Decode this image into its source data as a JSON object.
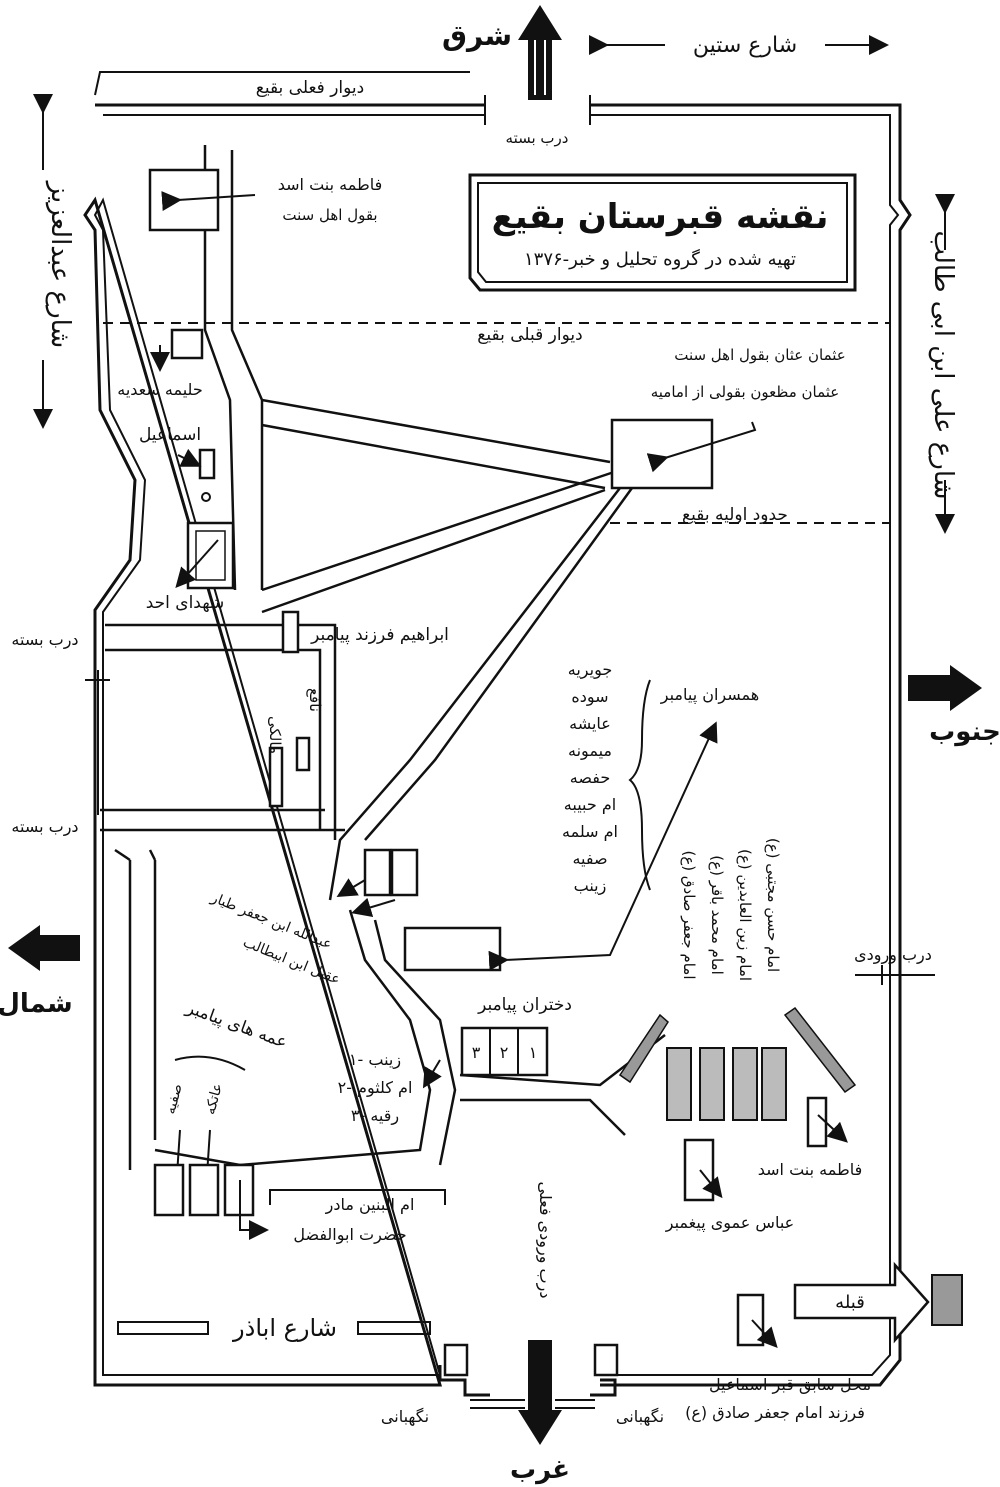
{
  "map": {
    "title": "نقشه قبرستان بقیع",
    "subtitle": "تهیه شده در گروه تحلیل و خبر-۱۳۷۶",
    "directions": {
      "east": "شرق",
      "west": "غرب",
      "north": "شمال",
      "south": "جنوب"
    },
    "streets": {
      "top": "شارع ستین",
      "bottom": "شارع اباذر",
      "left": "شارع عبدالعزیز",
      "right": "شارع علی ابن ابی طالب"
    },
    "walls": {
      "current": "دیوار فعلی بقیع",
      "previous": "دیوار قبلی بقیع",
      "original_bounds": "حدود اولیه بقیع"
    },
    "gates": {
      "closed_top": "درب بسته",
      "closed_left_1": "درب بسته",
      "closed_left_2": "درب بسته",
      "entrance_right": "درب ورودی",
      "current_entrance": "درب ورودی فعلی"
    },
    "guards": {
      "left": "نگهبانی",
      "right": "نگهبانی"
    },
    "qibla": "قبله",
    "graves": {
      "fatima_asad_top_1": "فاطمه بنت اسد",
      "fatima_asad_top_2": "بقول اهل سنت",
      "halima": "حلیمه سعدیه",
      "ismail": "اسماعیل",
      "uhud": "شهدای احد",
      "ibrahim": "ابراهیم فرزند پیامبر",
      "nafi": "نافع",
      "malik": "مالکی",
      "uthman_1": "عثمان عثان بقول اهل سنت",
      "uthman_2": "عثمان مظعون بقولی از امامیه",
      "wives_heading": "همسران پیامبر",
      "wives": [
        "جویریه",
        "سوده",
        "عایشه",
        "میمونه",
        "حفصه",
        "ام حبیبه",
        "ام سلمه",
        "صفیه",
        "زینب"
      ],
      "abdullah": "عبدالله ابن جعفر طیار",
      "aqil": "عقیل ابن ابیطالب",
      "aunts": "عمه های پیامبر",
      "safiya": "صفیه",
      "atika": "عاتکه",
      "daughters": "دختران پیامبر",
      "daughter_list": [
        "۱- زینب",
        "۲- ام کلثوم",
        "۳- رقیه"
      ],
      "daughter_nums": [
        "۱",
        "۲",
        "۳"
      ],
      "imams": [
        "امام حسن مجتبی (ع)",
        "امام زین العابدین (ع)",
        "امام محمد باقر (ع)",
        "امام جعفر صادق (ع)"
      ],
      "fatima_asad_bottom": "فاطمه بنت اسد",
      "abbas": "عباس عموی پیغمبر",
      "umm_banin_1": "ام البنین مادر",
      "umm_banin_2": "حضرت ابوالفضل",
      "ismail_former_1": "محل سابق قبر اسماعیل",
      "ismail_former_2": "فرزند امام جعفر صادق (ع)"
    }
  }
}
